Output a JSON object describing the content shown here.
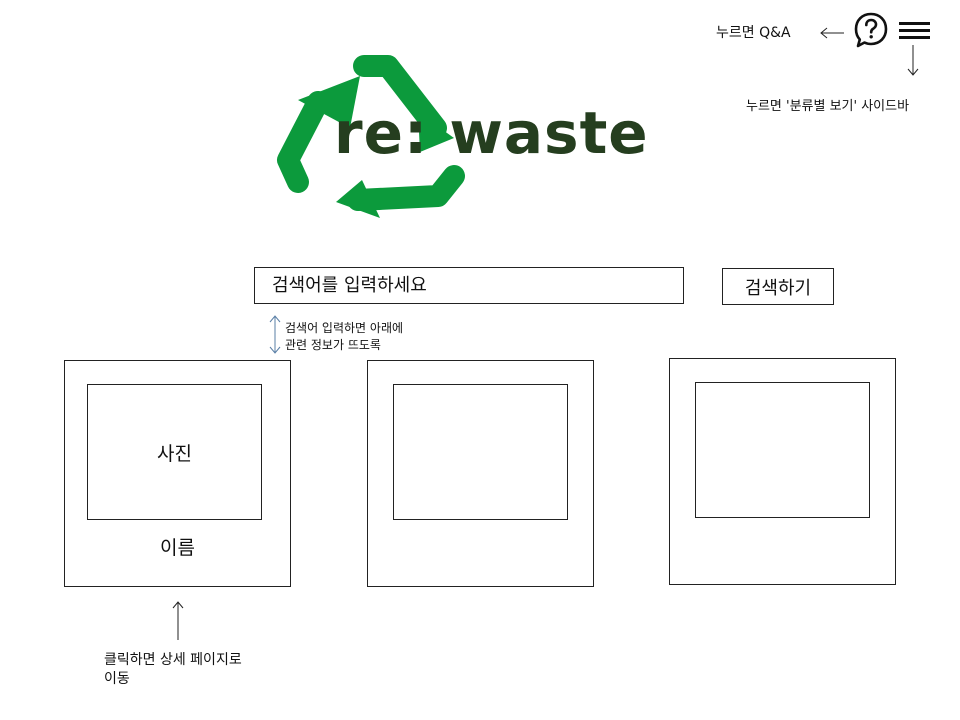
{
  "header": {
    "qa_note": "누르면 Q&A",
    "sidebar_note": "누르면 '분류별 보기' 사이드바",
    "qa_icon": "question-bubble-icon",
    "menu_icon": "hamburger-menu-icon"
  },
  "logo": {
    "text": "re: waste",
    "color_green": "#0c9a3c",
    "color_text": "#253e1f"
  },
  "search": {
    "placeholder": "검색어를 입력하세요",
    "button_label": "검색하기",
    "note_line1": "검색어 입력하면 아래에",
    "note_line2": "관련 정보가 뜨도록"
  },
  "cards": [
    {
      "photo_label": "사진",
      "name_label": "이름"
    },
    {
      "photo_label": "",
      "name_label": ""
    },
    {
      "photo_label": "",
      "name_label": ""
    }
  ],
  "card_note": {
    "line1": "클릭하면 상세 페이지로",
    "line2": "이동"
  }
}
